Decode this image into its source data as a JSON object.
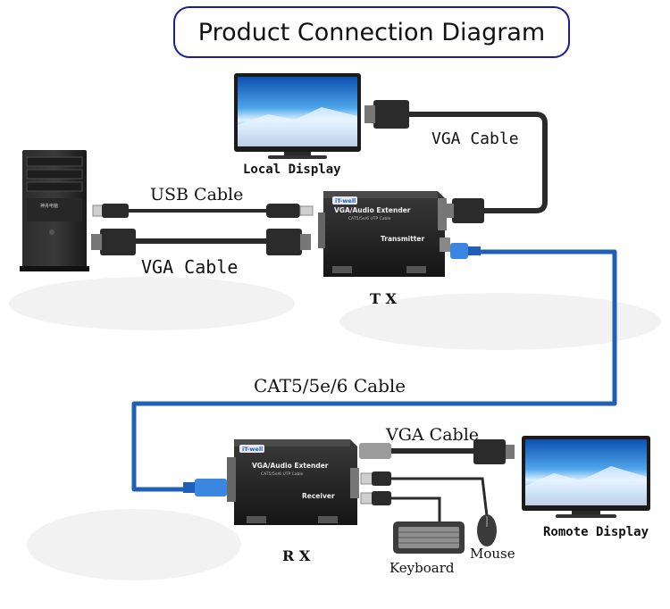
{
  "title": "Product Connection Diagram",
  "labels": {
    "local_display": "Local Display",
    "vga_cable_top": "VGA Cable",
    "usb_cable": "USB Cable",
    "vga_cable_left": "VGA Cable",
    "tx": "T X",
    "cat_cable": "CAT5/5e/6 Cable",
    "vga_cable_bottom": "VGA Cable",
    "rx": "R X",
    "keyboard": "Keyboard",
    "mouse": "Mouse",
    "remote_display": "Romote Display"
  },
  "devices": {
    "tx": {
      "brand": "iT-well",
      "name": "VGA/Audio Extender",
      "sub": "CAT5/5e/6 UTP Cable",
      "role": "Transmitter"
    },
    "rx": {
      "brand": "iT-well",
      "name": "VGA/Audio Extender",
      "sub": "CAT5/5e/6 UTP Cable",
      "role": "Receiver"
    },
    "pc": {
      "badge": "神舟电脑"
    }
  },
  "colors": {
    "cat_cable": "#1f5fb8",
    "cable_dark": "#2a2a2a",
    "title_border": "#1a1f8f"
  }
}
